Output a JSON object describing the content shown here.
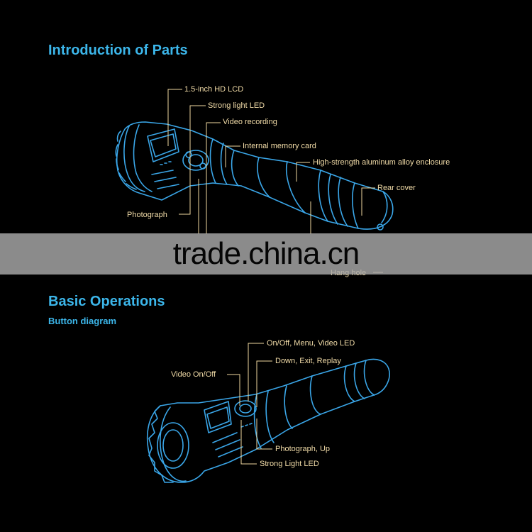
{
  "sections": {
    "parts": {
      "title": "Introduction of Parts",
      "labels": {
        "lcd": "1.5-inch HD LCD",
        "led": "Strong light LED",
        "video": "Video recording",
        "memory": "Internal memory card",
        "enclosure": "High-strength aluminum alloy enclosure",
        "rear": "Rear cover",
        "photo": "Photograph",
        "hang": "Hang hole"
      }
    },
    "operations": {
      "title": "Basic Operations",
      "subtitle": "Button diagram",
      "labels": {
        "onoff": "On/Off, Menu, Video LED",
        "down": "Down, Exit, Replay",
        "videoonoff": "Video On/Off",
        "photoup": "Photograph, Up",
        "strongled": "Strong Light LED"
      }
    }
  },
  "watermark": "trade.china.cn",
  "colors": {
    "background": "#000000",
    "heading": "#3cb6ea",
    "label": "#f2dca8",
    "outline": "#3aa6e8",
    "leader": "#f0d9a0"
  },
  "icons": [
    "flashlight-illustration"
  ]
}
